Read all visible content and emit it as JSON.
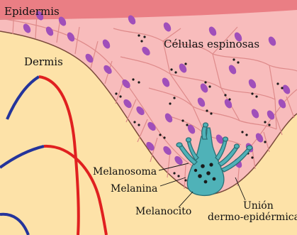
{
  "labels": {
    "epidermis": "Epidermis",
    "dermis": "Dermis",
    "spinous_cells": "Células espinosas",
    "melanosome": "Melanosoma",
    "melanin": "Melanina",
    "melanocyte": "Melanocito",
    "junction_line1": "Unión",
    "junction_line2": "dermo-epidérmica"
  },
  "colors": {
    "dermis": "#fde2a8",
    "epidermis": "#f8bcbc",
    "epidermis_top": "#e8737a",
    "cell_border": "#de8a8a",
    "basal_line": "#7a4a3a",
    "nucleus": "#a04fba",
    "melanin_dot": "#1a1a1a",
    "melanocyte": "#4fb2b8",
    "melanocyte_outline": "#2c6f74",
    "artery": "#e02020",
    "vein": "#24349b"
  }
}
